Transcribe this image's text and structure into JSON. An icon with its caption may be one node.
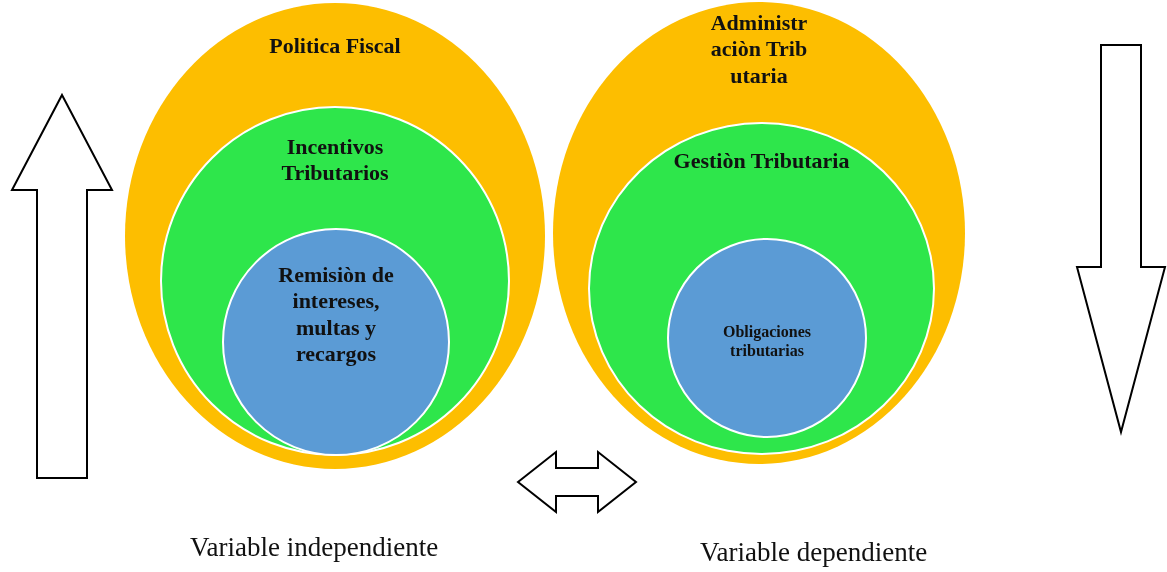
{
  "diagram": {
    "nodes": [
      {
        "text": [
          "Politica Fiscal"
        ]
      },
      {
        "text": [
          "Incentivos Tributarios"
        ],
        "in": 0
      },
      {
        "text": [
          "Remisiòn de intereses, multas y recargos"
        ],
        "in": 1
      },
      {
        "text": [
          "Administraciòn Tributaria"
        ]
      },
      {
        "text": [
          "Gestiòn Tributaria"
        ],
        "in": 3
      },
      {
        "text": [
          "Obligaciones tributarias"
        ],
        "in": 4
      }
    ],
    "edges": [
      {
        "from": 0,
        "to": 3,
        "arrow": "both"
      }
    ],
    "labels": [
      "Variable independiente",
      "Variable dependiente"
    ]
  }
}
